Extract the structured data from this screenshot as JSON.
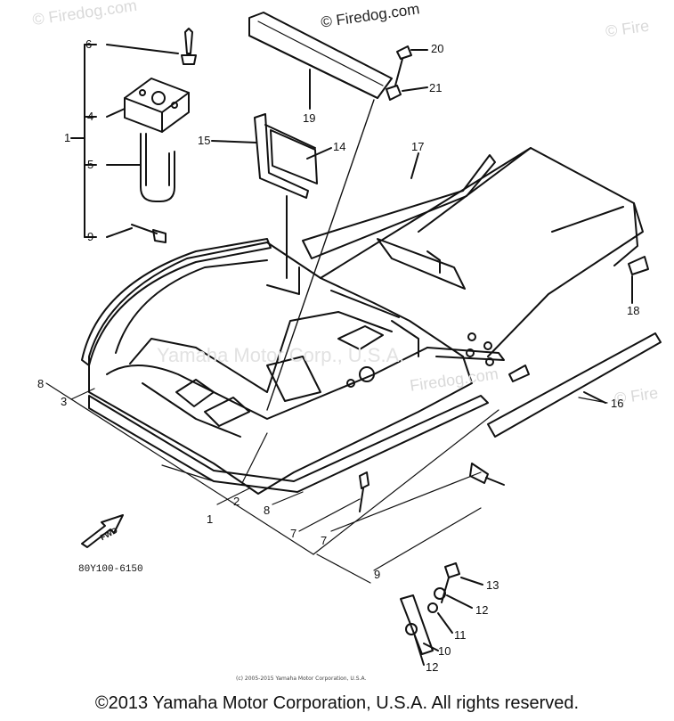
{
  "watermark": {
    "main": "© Firedog.com",
    "tl": "© Firedog.com",
    "tr": "© Fire",
    "mid": "Firedog.com",
    "right": "© Fire",
    "faint": "Yamaha Motor Corp., U.S.A."
  },
  "callouts": {
    "c1_top": "1",
    "c4": "4",
    "c5": "5",
    "c6": "6",
    "c9_top": "9",
    "c19": "19",
    "c20": "20",
    "c21": "21",
    "c15": "15",
    "c14": "14",
    "c17": "17",
    "c18": "18",
    "c16": "16",
    "c8_left": "8",
    "c3": "3",
    "c2": "2",
    "c1_bottom": "1",
    "c8_bottom": "8",
    "c7a": "7",
    "c7b": "7",
    "c9_bottom": "9",
    "c13": "13",
    "c12a": "12",
    "c11": "11",
    "c10": "10",
    "c12b": "12"
  },
  "fwd_label": "FWD",
  "part_code": "80Y100-6150",
  "copyright_small": "(c) 2005-2015 Yamaha Motor Corporation, U.S.A.",
  "copyright_main": "©2013 Yamaha Motor Corporation, U.S.A. All rights reserved."
}
